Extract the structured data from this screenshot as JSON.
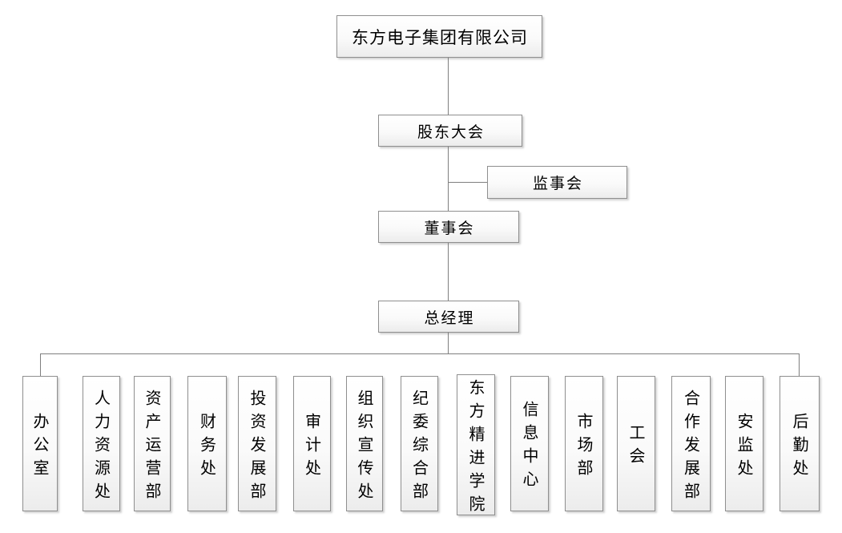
{
  "org": {
    "company": "东方电子集团有限公司",
    "shareholders_meeting": "股东大会",
    "supervisory_board": "监事会",
    "board_of_directors": "董事会",
    "general_manager": "总经理",
    "departments": [
      "办公室",
      "人力资源处",
      "资产运营部",
      "财务处",
      "投资发展部",
      "审计处",
      "组织宣传处",
      "纪委综合部",
      "东方精进学院",
      "信息中心",
      "市场部",
      "工会",
      "合作发展部",
      "安监处",
      "后勤处"
    ]
  },
  "colors": {
    "background": "#ffffff",
    "connector_line": "#7f7f7f",
    "box_border": "#8f8f8f",
    "box_fill_top": "#ffffff",
    "box_fill_bottom": "#ececec",
    "text": "#000000"
  }
}
